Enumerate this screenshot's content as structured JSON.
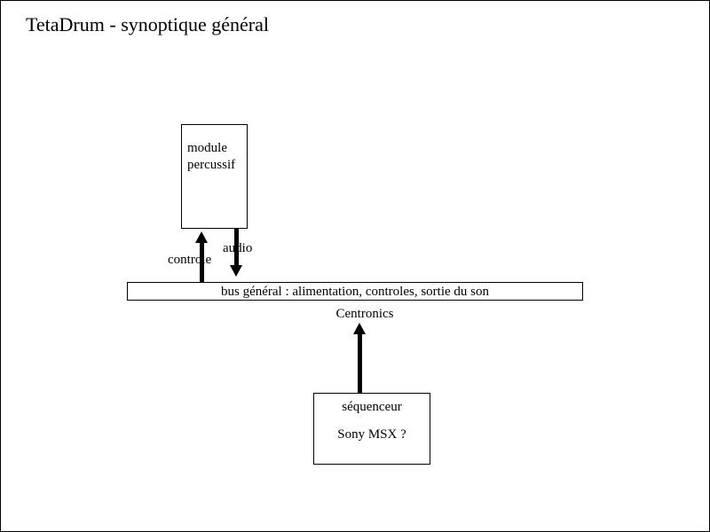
{
  "page": {
    "title": "TetaDrum - synoptique général",
    "background_color": "#ffffff",
    "line_color": "#000000"
  },
  "nodes": {
    "module_percussif": {
      "label": "module percussif"
    },
    "bus": {
      "label": "bus général : alimentation, controles, sortie du son"
    },
    "sequenceur": {
      "name": "séquenceur",
      "detail": "Sony MSX ?"
    }
  },
  "connections": {
    "controle": {
      "label": "controle",
      "direction": "up",
      "from": "bus",
      "to": "module_percussif"
    },
    "audio": {
      "label": "audio",
      "direction": "down",
      "from": "module_percussif",
      "to": "bus"
    },
    "centronics": {
      "label": "Centronics",
      "direction": "up",
      "from": "sequenceur",
      "to": "bus"
    }
  }
}
